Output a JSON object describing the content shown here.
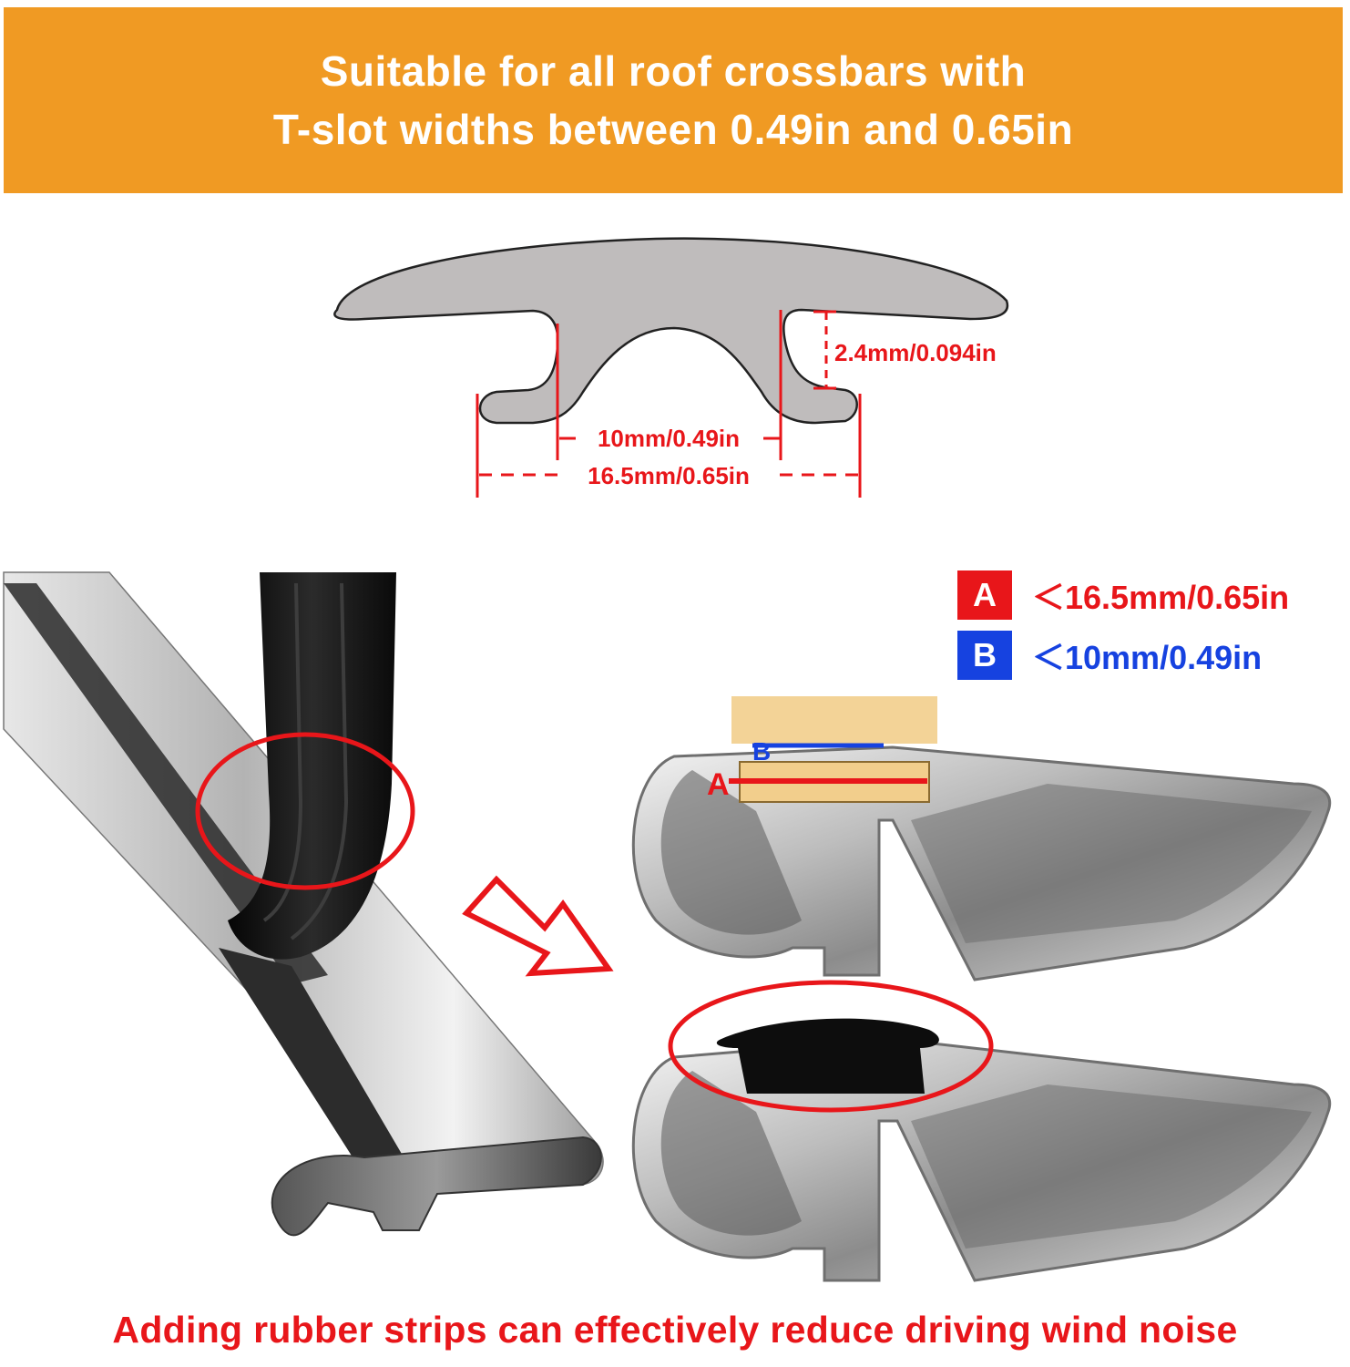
{
  "banner": {
    "line1": "Suitable for all roof crossbars with",
    "line2": "T-slot widths between 0.49in and 0.65in",
    "background_color": "#f09a23"
  },
  "diagram": {
    "height_label": "2.4mm/0.094in",
    "inner_width_label": "10mm/0.49in",
    "outer_width_label": "16.5mm/0.65in",
    "profile_fill_color": "#bfbcbc",
    "dimension_color": "#e8161a"
  },
  "legend": {
    "a": {
      "key": "A",
      "text": "＜16.5mm/0.65in",
      "color": "#e8161a"
    },
    "b": {
      "key": "B",
      "text": "＜10mm/0.49in",
      "color": "#1642e0"
    }
  },
  "slot_markers": {
    "a": "A",
    "b": "B"
  },
  "footer": {
    "text": "Adding rubber strips can effectively reduce driving wind noise",
    "color": "#e8161a"
  }
}
